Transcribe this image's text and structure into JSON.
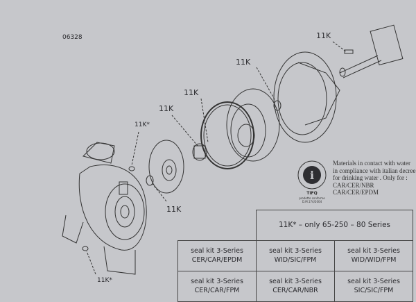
{
  "drawing_code": "06328",
  "callouts": [
    {
      "text": "11K"
    },
    {
      "text": "11K"
    },
    {
      "text": "11K"
    },
    {
      "text": "11K"
    },
    {
      "text": "11K*"
    },
    {
      "text": "11K"
    },
    {
      "text": "11K*"
    }
  ],
  "certification": {
    "logo_text": [
      "TIFQ",
      "prodotto conforme",
      "D.M.174/2004"
    ],
    "note_lines": [
      "Materials in contact with water",
      "in compliance with italian decree",
      "for drinking water . Only for :",
      "CAR/CER/NBR",
      "CAR/CER/EPDM"
    ]
  },
  "seal_table": {
    "header": "11K* – only 65-250 – 80 Series",
    "rows": [
      [
        {
          "line1": "seal kit 3-Series",
          "line2": "CER/CAR/EPDM"
        },
        {
          "line1": "seal kit 3-Series",
          "line2": "WID/SIC/FPM"
        },
        {
          "line1": "seal kit 3-Series",
          "line2": "WID/WID/FPM"
        }
      ],
      [
        {
          "line1": "seal kit 3-Series",
          "line2": "CER/CAR/FPM"
        },
        {
          "line1": "seal kit 3-Series",
          "line2": "CER/CAR/NBR"
        },
        {
          "line1": "seal kit 3-Series",
          "line2": "SIC/SIC/FPM"
        }
      ]
    ]
  }
}
